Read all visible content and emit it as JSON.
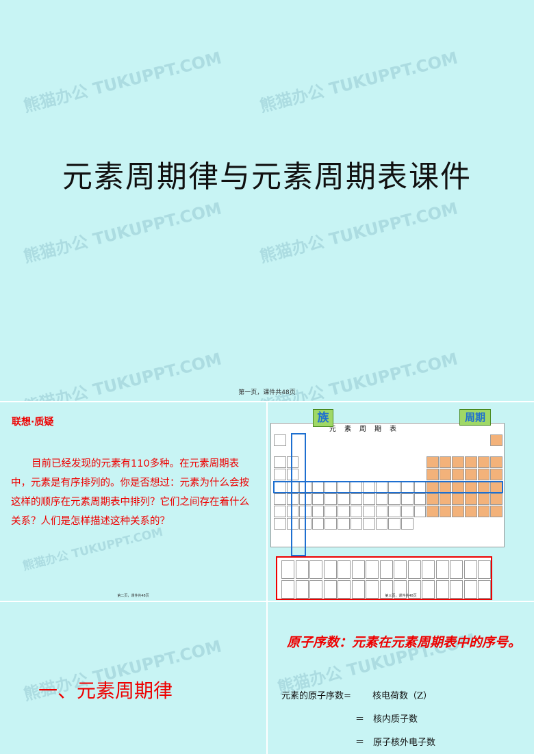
{
  "watermark": "熊猫办公 TUKUPPT.COM",
  "slide1": {
    "title": "元素周期律与元素周期表课件",
    "footer": "第一页，课件共48页"
  },
  "slide2": {
    "heading": "联想·质疑",
    "paragraph": "目前已经发现的元素有110多种。在元素周期表中，元素是有序排列的。你是否想过：元素为什么会按这样的顺序在元素周期表中排列？它们之间存在着什么关系？人们是怎样描述这种关系的？",
    "footer": "第二页，课件共48页"
  },
  "slide3": {
    "tag_group": "族",
    "tag_period": "周期",
    "table_title": "元素周期表",
    "footer": "第三页，课件共48页",
    "colors": {
      "orange": "#f3b27a",
      "blue": "#1e6fd0",
      "red": "#e00000",
      "green": "#9fd866"
    }
  },
  "slide4": {
    "section": "一、元素周期律"
  },
  "slide5": {
    "definition": "原子序数：元素在元素周期表中的序号。",
    "eq1_left": "元素的原子序数=",
    "eq1_right": "核电荷数（Z）",
    "eq2": "＝　核内质子数",
    "eq3": "＝　原子核外电子数"
  }
}
